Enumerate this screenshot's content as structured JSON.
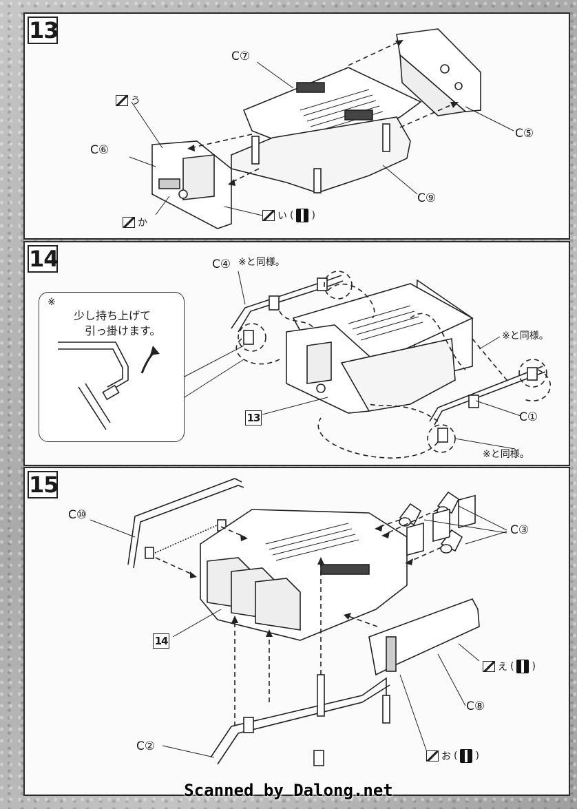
{
  "steps": [
    {
      "number": "13",
      "labels": {
        "c7": "C⑦",
        "c5": "C⑤",
        "c6": "C⑥",
        "c9": "C⑨"
      },
      "paint": [
        {
          "mark": "う",
          "decal": false
        },
        {
          "mark": "か",
          "decal": false
        },
        {
          "mark": "い",
          "decal": true
        }
      ]
    },
    {
      "number": "14",
      "labels": {
        "c4": "C④",
        "c1": "C①",
        "ref": "13"
      },
      "notes": {
        "same_top": "※と同様。",
        "same_right": "※と同様。",
        "same_bottom": "※と同様。"
      },
      "callout": {
        "mark": "※",
        "line1": "少し持ち上げて",
        "line2": "引っ掛けます。"
      }
    },
    {
      "number": "15",
      "labels": {
        "c10": "C⑩",
        "c3": "C③",
        "c8": "C⑧",
        "c2": "C②",
        "ref": "14"
      },
      "paint": [
        {
          "mark": "え",
          "decal": true
        },
        {
          "mark": "お",
          "decal": true
        }
      ]
    }
  ],
  "footer": "Scanned by Dalong.net",
  "colors": {
    "panel": "#fbfbfb",
    "border": "#2a2a2a",
    "background": "#b9b9b9"
  }
}
